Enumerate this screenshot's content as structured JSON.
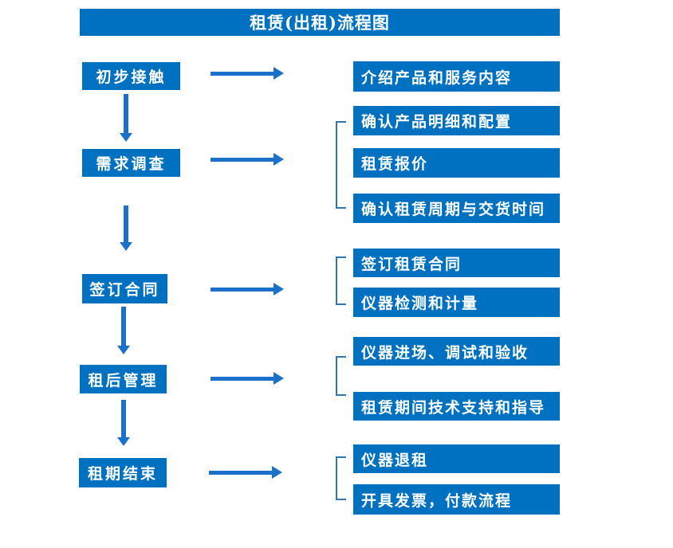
{
  "title": "租赁(出租)流程图",
  "colors": {
    "box_bg": "#0070C0",
    "arrow": "#1B70C9",
    "bracket": "#2E75B6",
    "text": "#FFFFFF"
  },
  "flow": [
    {
      "step": "初步接触",
      "details": [
        "介绍产品和服务内容"
      ]
    },
    {
      "step": "需求调查",
      "details": [
        "确认产品明细和配置",
        "租赁报价",
        "确认租赁周期与交货时间"
      ]
    },
    {
      "step": "签订合同",
      "details": [
        "签订租赁合同",
        "仪器检测和计量"
      ]
    },
    {
      "step": "租后管理",
      "details": [
        "仪器进场、调试和验收",
        "租赁期间技术支持和指导"
      ]
    },
    {
      "step": "租期结束",
      "details": [
        "仪器退租",
        "开具发票，付款流程"
      ]
    }
  ]
}
